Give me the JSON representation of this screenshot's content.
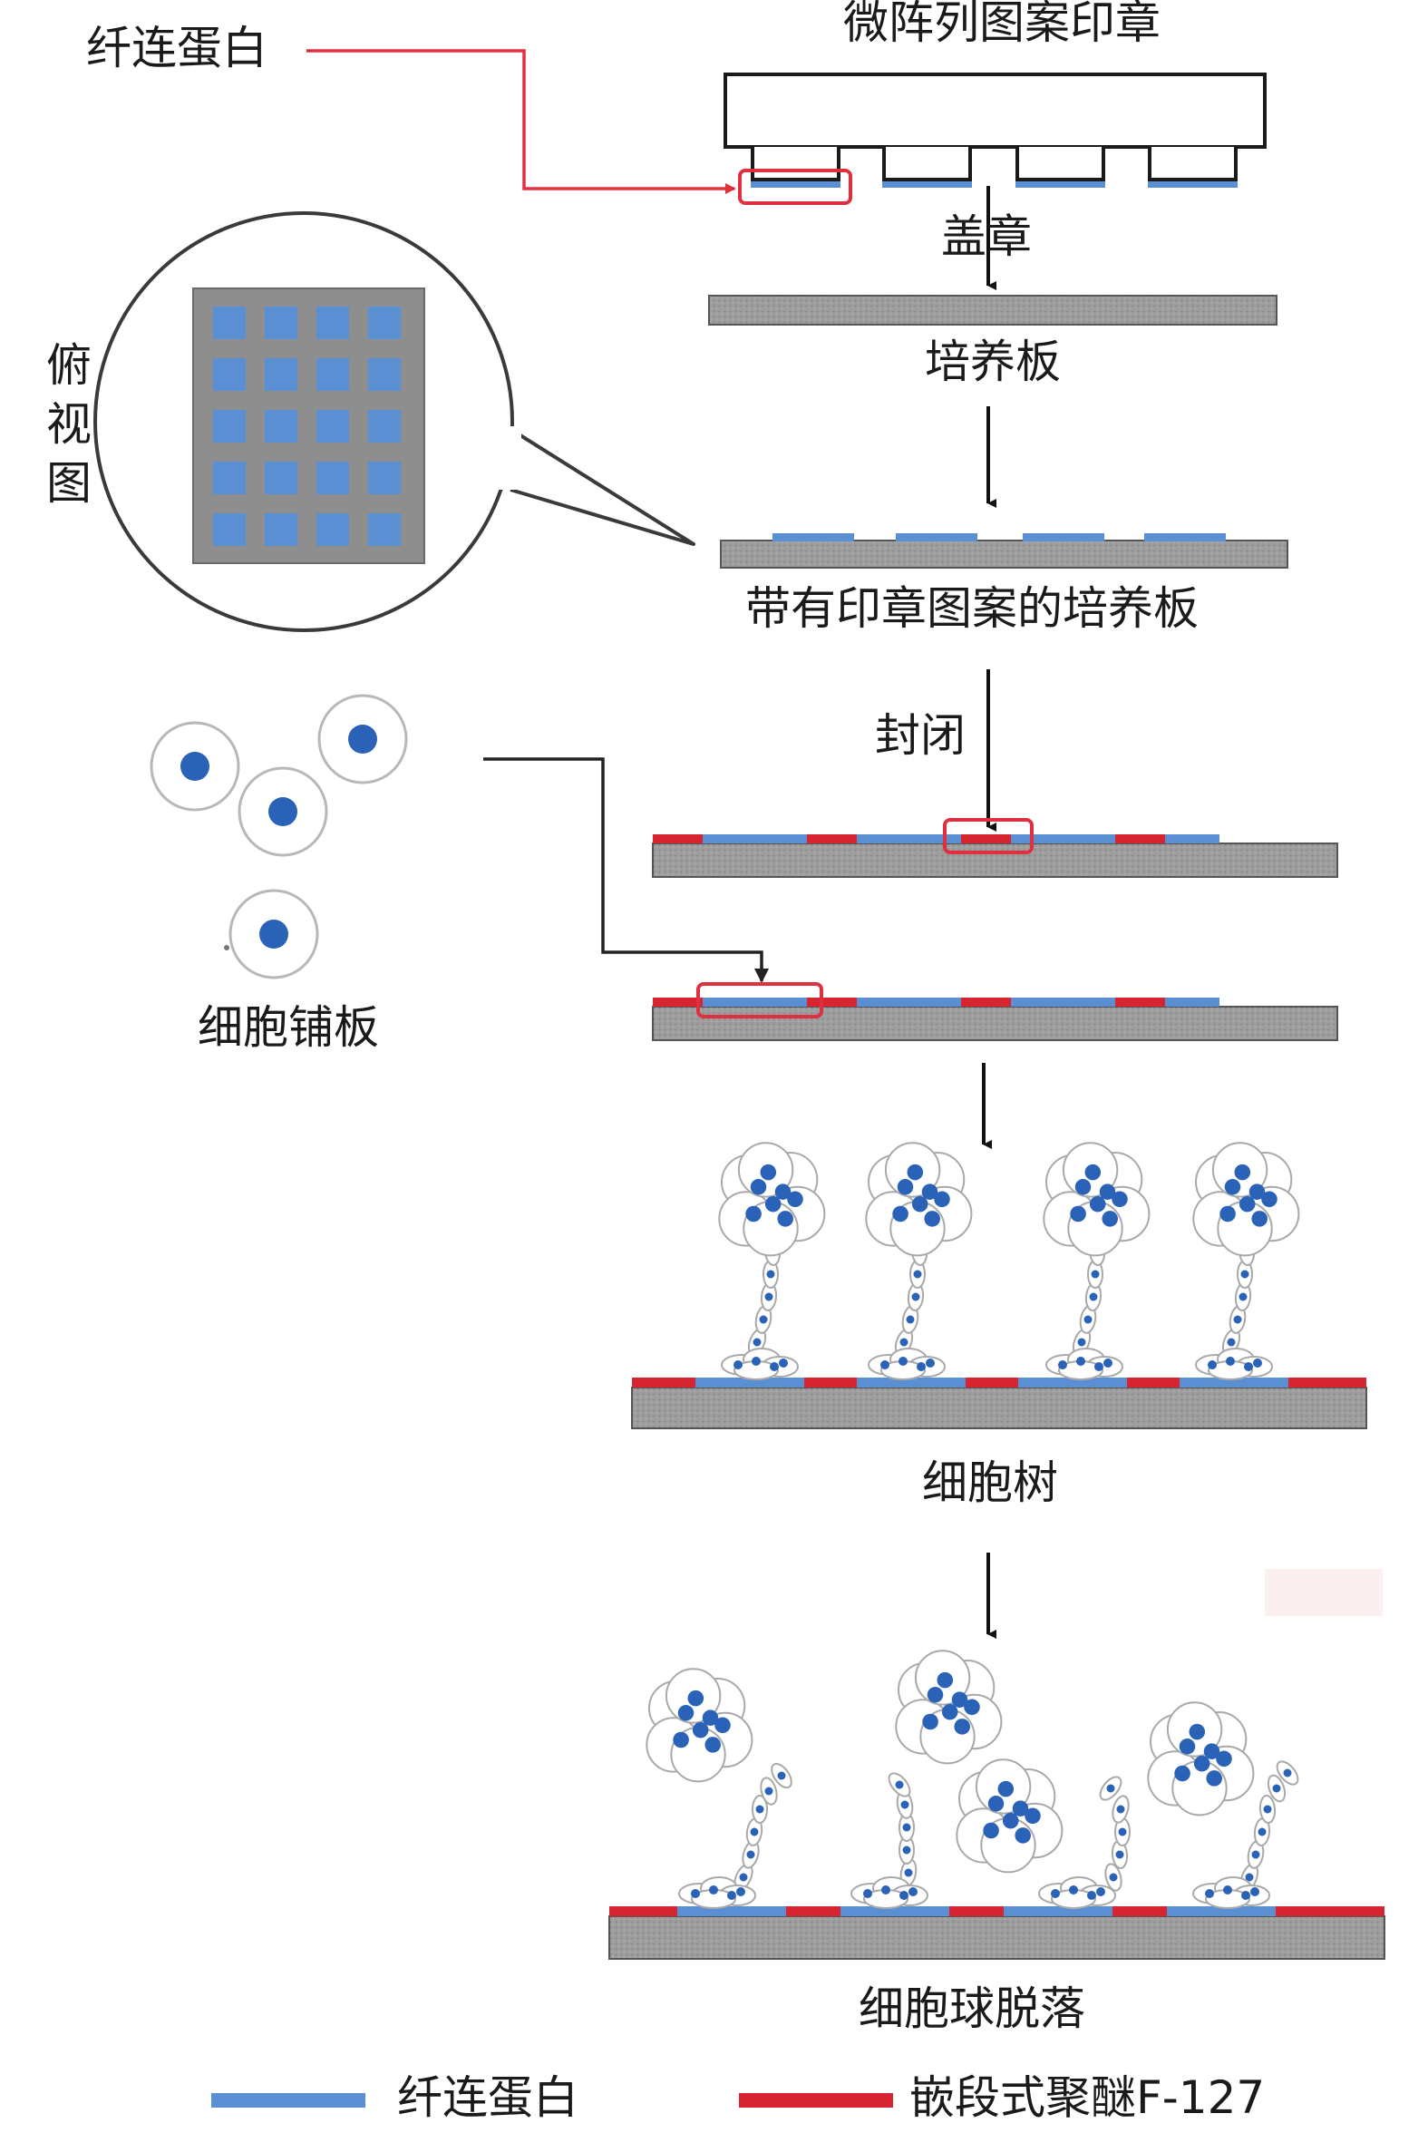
{
  "labels": {
    "fibronectin": "纤连蛋白",
    "stamp": "微阵列图案印章",
    "stamping": "盖章",
    "plate": "培养板",
    "top_view": [
      "俯",
      "视",
      "图"
    ],
    "stamped_plate": "带有印章图案的培养板",
    "blocking": "封闭",
    "cell_seeding": "细胞铺板",
    "cell_tree": "细胞树",
    "spheroid_detach": "细胞球脱落"
  },
  "legend": [
    {
      "label": "纤连蛋白",
      "color": "#5b8fd4"
    },
    {
      "label": "嵌段式聚醚F-127",
      "color": "#d62430"
    }
  ],
  "colors": {
    "fibronectin": "#5b8fd4",
    "pluronic": "#d62430",
    "plate": "#9a9a9a",
    "highlight": "#e03040",
    "cell_nucleus": "#2a62b8"
  }
}
